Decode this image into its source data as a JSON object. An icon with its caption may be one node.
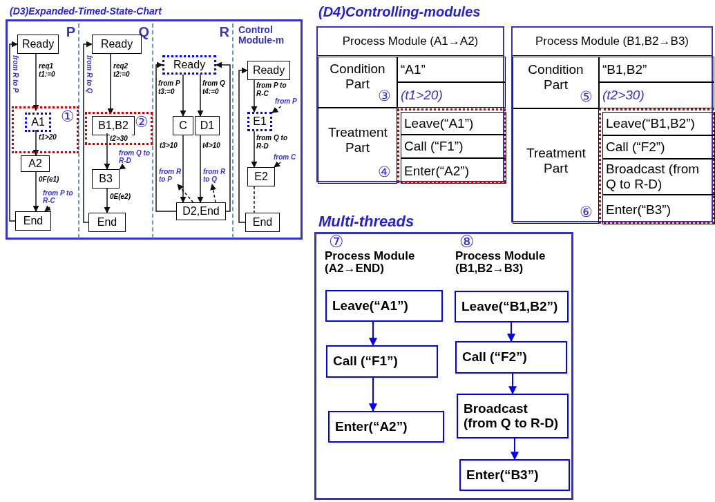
{
  "diagram": {
    "nodes": [
      {
        "text": [
          "(D3)Expanded-Timed-State-Chart"
        ]
      },
      {
        "text": [
          "P"
        ],
        "in": 0
      },
      {
        "text": [
          "Ready"
        ],
        "in": 1
      },
      {
        "text": [
          "①"
        ],
        "in": 1
      },
      {
        "text": [
          "A1"
        ],
        "in": 3
      },
      {
        "text": [
          "A2"
        ],
        "in": 1
      },
      {
        "text": [
          "from P to R-C"
        ],
        "in": 1
      },
      {
        "text": [
          "End"
        ],
        "in": 1
      },
      {
        "text": [
          "Q"
        ],
        "in": 0
      },
      {
        "text": [
          "Ready"
        ],
        "in": 8
      },
      {
        "text": [
          "②"
        ],
        "in": 8
      },
      {
        "text": [
          "B1,B2"
        ],
        "in": 10
      },
      {
        "text": [
          "from Q to R-D"
        ],
        "in": 8
      },
      {
        "text": [
          "B3"
        ],
        "in": 8
      },
      {
        "text": [
          "End"
        ],
        "in": 8
      },
      {
        "text": [
          "R"
        ],
        "in": 0
      },
      {
        "text": [
          "Ready"
        ],
        "in": 15
      },
      {
        "text": [
          "C"
        ],
        "in": 15
      },
      {
        "text": [
          "D1"
        ],
        "in": 15
      },
      {
        "text": [
          "from R to P"
        ],
        "in": 15
      },
      {
        "text": [
          "from R to Q"
        ],
        "in": 15
      },
      {
        "text": [
          "D2,End"
        ],
        "in": 15
      },
      {
        "text": [
          "Control Module-m"
        ],
        "in": 0
      },
      {
        "text": [
          "Ready"
        ],
        "in": 22
      },
      {
        "text": [
          "from P"
        ],
        "in": 22
      },
      {
        "text": [
          "E1"
        ],
        "in": 22
      },
      {
        "text": [
          "from C"
        ],
        "in": 22
      },
      {
        "text": [
          "E2"
        ],
        "in": 22
      },
      {
        "text": [
          "End"
        ],
        "in": 22
      },
      {
        "text": [
          "(D4)Controlling-modules"
        ]
      },
      {
        "text": [
          "Process Module (A1→A2)"
        ],
        "in": 29
      },
      {
        "text": [
          "Condition Part",
          "③"
        ],
        "in": 30
      },
      {
        "text": [
          "“A1”"
        ],
        "in": 30
      },
      {
        "text": [
          "(t1>20)"
        ],
        "in": 30
      },
      {
        "text": [
          "Treatment Part",
          "④"
        ],
        "in": 30
      },
      {
        "text": [],
        "shape": "box",
        "in": 30
      },
      {
        "text": [
          "Leave(“A1”)"
        ],
        "in": 35
      },
      {
        "text": [
          "Call (“F1”)"
        ],
        "in": 35
      },
      {
        "text": [
          "Enter(“A2”)"
        ],
        "in": 35
      },
      {
        "text": [
          "Process Module (B1,B2→B3)"
        ],
        "in": 29
      },
      {
        "text": [
          "Condition Part",
          "⑤"
        ],
        "in": 39
      },
      {
        "text": [
          "“B1,B2”"
        ],
        "in": 39
      },
      {
        "text": [
          "(t2>30)"
        ],
        "in": 39
      },
      {
        "text": [
          "Treatment Part",
          "⑥"
        ],
        "in": 39
      },
      {
        "text": [],
        "shape": "box",
        "in": 39
      },
      {
        "text": [
          "Leave(“B1,B2”)"
        ],
        "in": 44
      },
      {
        "text": [
          "Call (“F2”)"
        ],
        "in": 44
      },
      {
        "text": [
          "Broadcast (from Q to R-D)"
        ],
        "in": 44
      },
      {
        "text": [
          "Enter(“B3”)"
        ],
        "in": 44
      },
      {
        "text": [
          "Multi-threads"
        ]
      },
      {
        "text": [
          "⑦",
          "Process Module (A2→END)"
        ],
        "in": 49
      },
      {
        "text": [
          "Leave(“A1”)"
        ],
        "in": 50
      },
      {
        "text": [
          "Call (“F1”)"
        ],
        "in": 50
      },
      {
        "text": [
          "Enter(“A2”)"
        ],
        "in": 50
      },
      {
        "text": [
          "⑧",
          "Process Module (B1,B2→B3)"
        ],
        "in": 49
      },
      {
        "text": [
          "Leave(“B1,B2”)"
        ],
        "in": 54
      },
      {
        "text": [
          "Call (“F2”)"
        ],
        "in": 54
      },
      {
        "text": [
          "Broadcast (from Q to R-D)"
        ],
        "in": 54
      },
      {
        "text": [
          "Enter(“B3”)"
        ],
        "in": 54
      }
    ],
    "edges": [
      {
        "from": 2,
        "to": 4,
        "arrow": "to",
        "label": "req1 t1:=0"
      },
      {
        "from": 4,
        "to": 5,
        "arrow": "to",
        "label": "t1>20"
      },
      {
        "from": 5,
        "to": 7,
        "arrow": "to",
        "label": "0F(e1)"
      },
      {
        "from": 7,
        "to": 2,
        "arrow": "to",
        "label": "from R to P"
      },
      {
        "from": 6,
        "to": 7,
        "arrow": "to",
        "style": "dashed"
      },
      {
        "from": 9,
        "to": 11,
        "arrow": "to",
        "label": "req2 t2:=0"
      },
      {
        "from": 11,
        "to": 13,
        "arrow": "to",
        "label": "t2>30"
      },
      {
        "from": 13,
        "to": 14,
        "arrow": "to",
        "label": "0E(e2)"
      },
      {
        "from": 14,
        "to": 9,
        "arrow": "to",
        "label": "from R to Q"
      },
      {
        "from": 12,
        "to": 13,
        "arrow": "to",
        "style": "dashed"
      },
      {
        "from": 16,
        "to": 17,
        "arrow": "to",
        "label": "from P t3:=0"
      },
      {
        "from": 16,
        "to": 18,
        "arrow": "to",
        "label": "from Q t4:=0"
      },
      {
        "from": 17,
        "to": 21,
        "arrow": "to",
        "label": "t3>10"
      },
      {
        "from": 18,
        "to": 21,
        "arrow": "to",
        "label": "t4>10"
      },
      {
        "from": 21,
        "to": 16,
        "arrow": "to"
      },
      {
        "from": 21,
        "to": 16,
        "arrow": "to"
      },
      {
        "from": 21,
        "to": 19,
        "arrow": "to",
        "style": "dashed"
      },
      {
        "from": 21,
        "to": 20,
        "arrow": "to",
        "style": "dashed"
      },
      {
        "from": 23,
        "to": 25,
        "arrow": "to",
        "label": "from P to R-C"
      },
      {
        "from": 25,
        "to": 27,
        "arrow": "to",
        "label": "from Q to R-D"
      },
      {
        "from": 27,
        "to": 28,
        "arrow": "none",
        "style": "dashed"
      },
      {
        "from": 28,
        "to": 23,
        "arrow": "to"
      },
      {
        "from": 24,
        "to": 25,
        "arrow": "to",
        "style": "dashed"
      },
      {
        "from": 26,
        "to": 27,
        "arrow": "to",
        "style": "dashed"
      },
      {
        "from": 51,
        "to": 52,
        "arrow": "to",
        "color": "#0000ff"
      },
      {
        "from": 52,
        "to": 53,
        "arrow": "to",
        "color": "#0000ff"
      },
      {
        "from": 55,
        "to": 56,
        "arrow": "to",
        "color": "#0000ff"
      },
      {
        "from": 56,
        "to": 57,
        "arrow": "to",
        "color": "#0000ff"
      },
      {
        "from": 57,
        "to": 58,
        "arrow": "to",
        "color": "#0000ff"
      }
    ]
  }
}
